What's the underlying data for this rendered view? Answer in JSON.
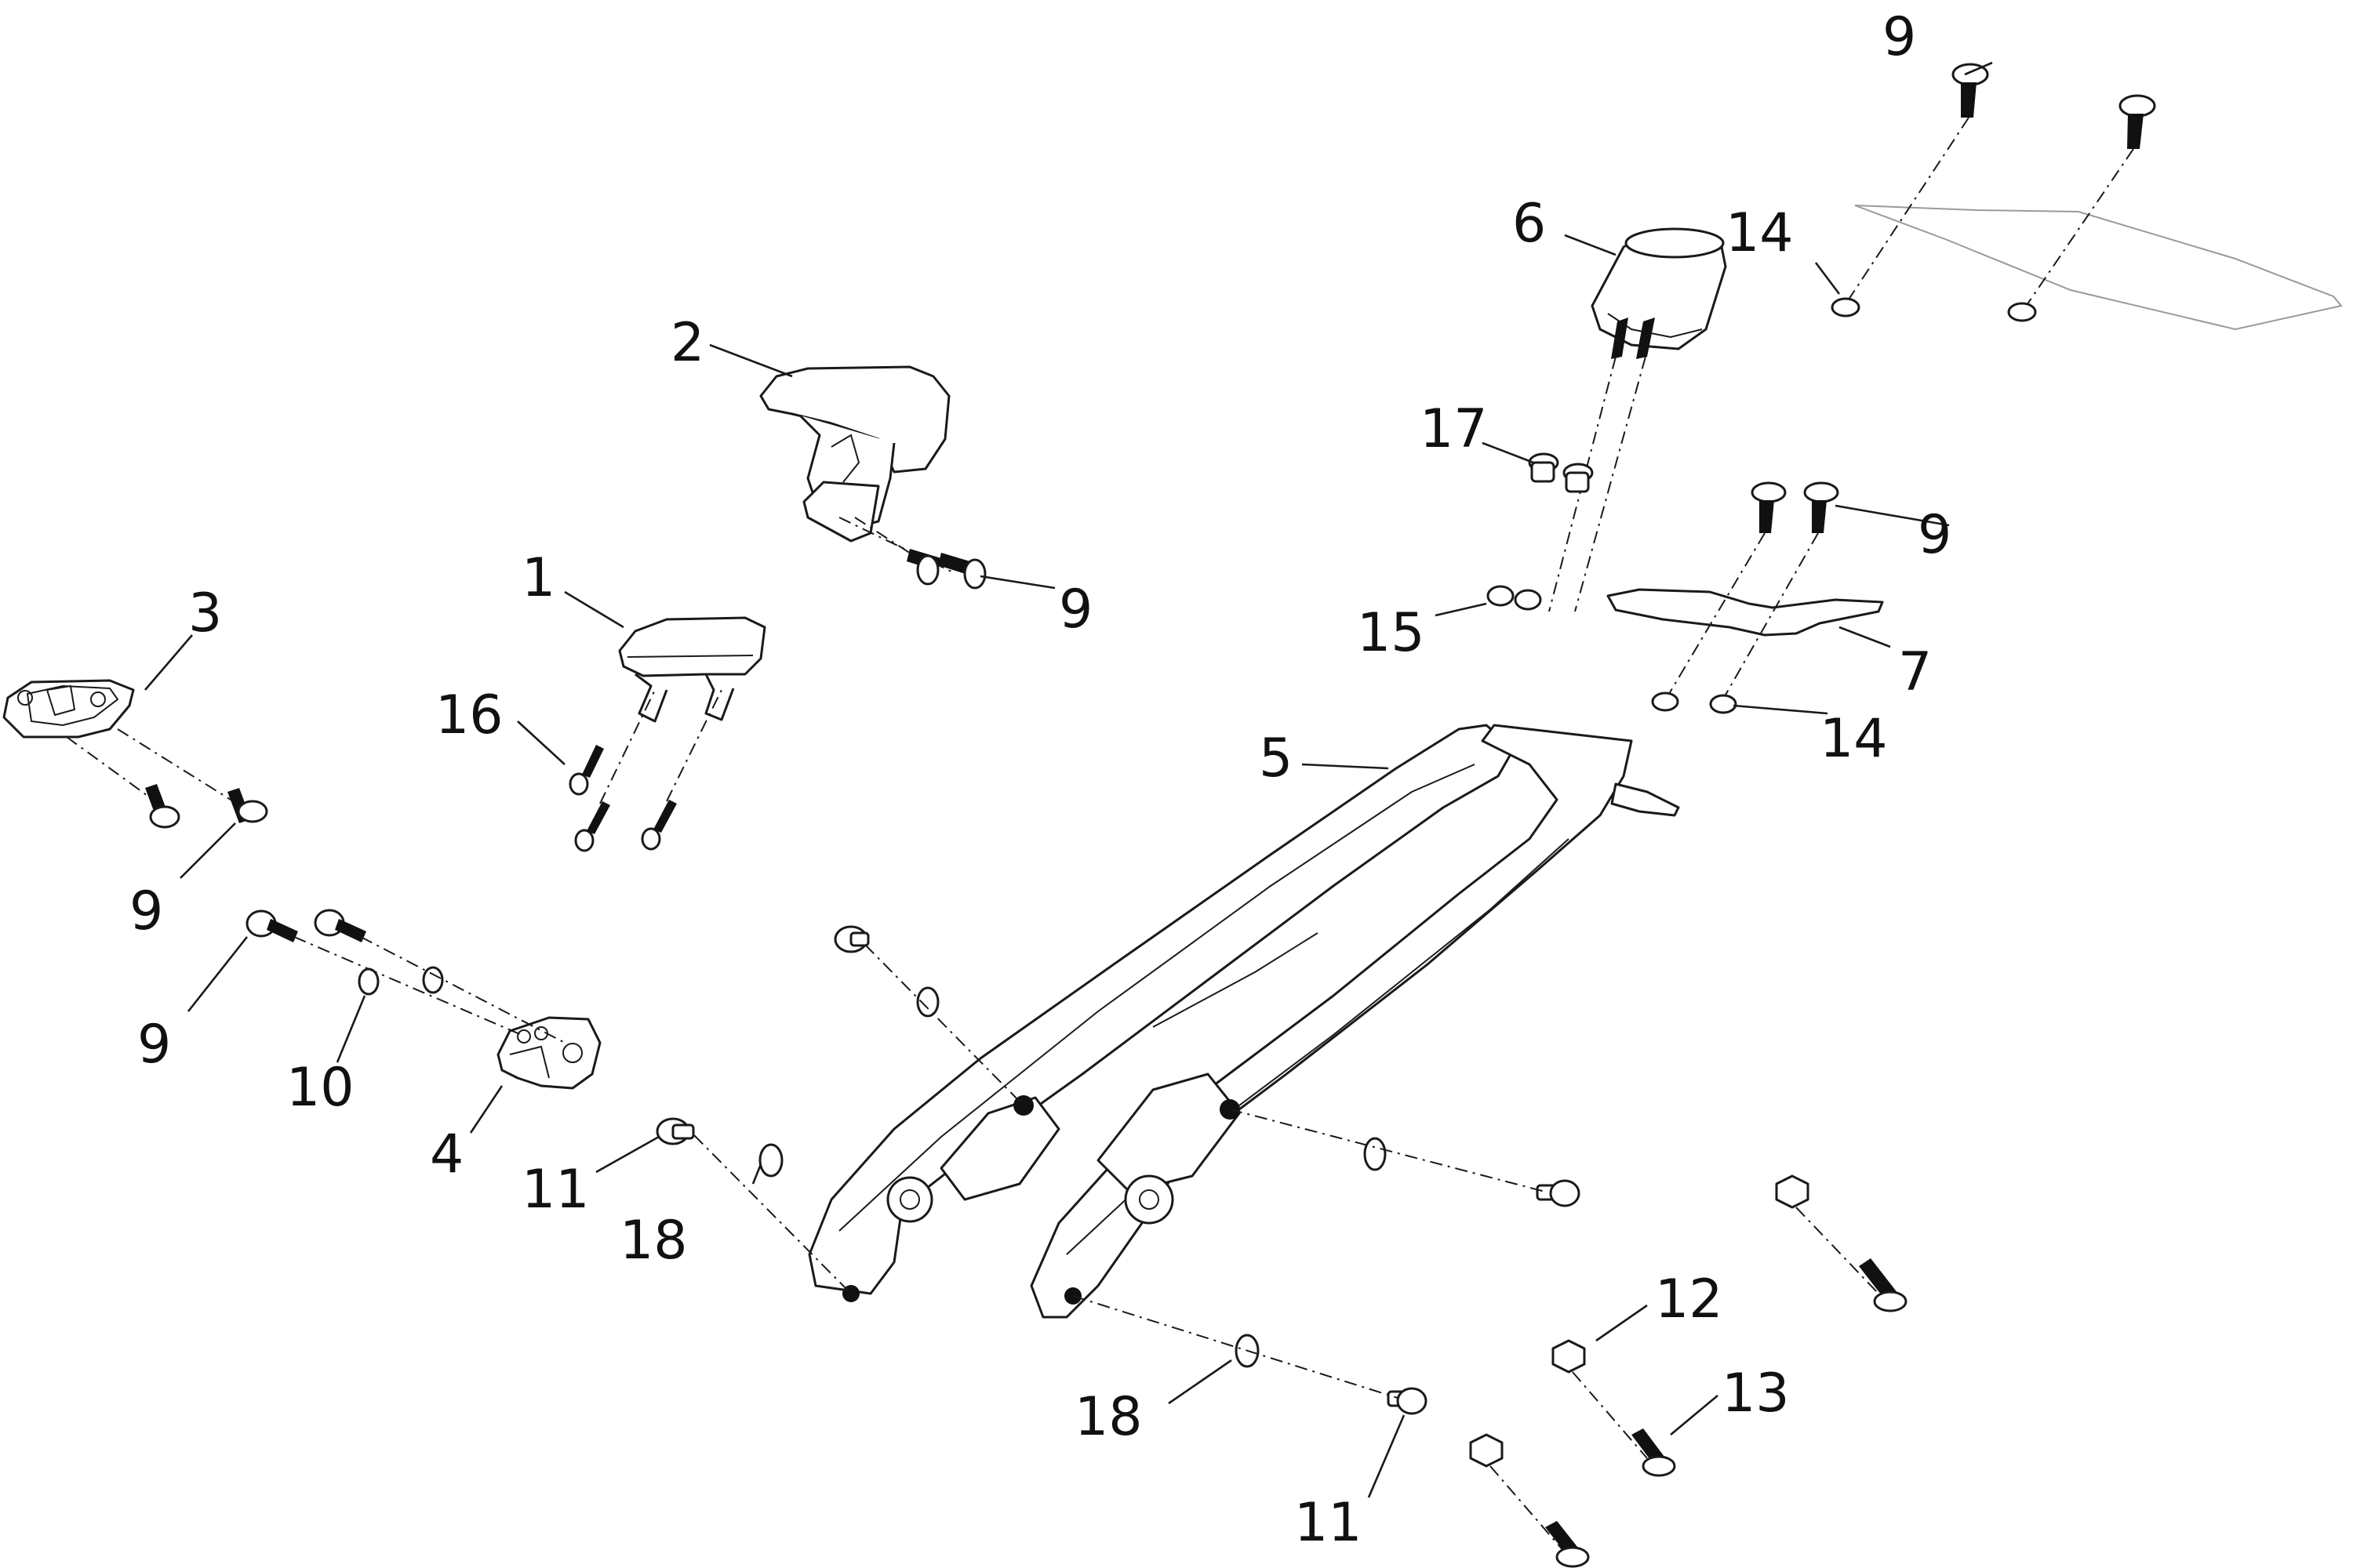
{
  "diagram": {
    "callouts": [
      {
        "id": "c1",
        "text": "1"
      },
      {
        "id": "c2",
        "text": "2"
      },
      {
        "id": "c3",
        "text": "3"
      },
      {
        "id": "c4",
        "text": "4"
      },
      {
        "id": "c5",
        "text": "5"
      },
      {
        "id": "c6",
        "text": "6"
      },
      {
        "id": "c7",
        "text": "7"
      },
      {
        "id": "c9a",
        "text": "9"
      },
      {
        "id": "c9b",
        "text": "9"
      },
      {
        "id": "c9c",
        "text": "9"
      },
      {
        "id": "c9d",
        "text": "9"
      },
      {
        "id": "c9e",
        "text": "9"
      },
      {
        "id": "c10",
        "text": "10"
      },
      {
        "id": "c11a",
        "text": "11"
      },
      {
        "id": "c11b",
        "text": "11"
      },
      {
        "id": "c12",
        "text": "12"
      },
      {
        "id": "c13",
        "text": "13"
      },
      {
        "id": "c14a",
        "text": "14"
      },
      {
        "id": "c14b",
        "text": "14"
      },
      {
        "id": "c15",
        "text": "15"
      },
      {
        "id": "c16",
        "text": "16"
      },
      {
        "id": "c17",
        "text": "17"
      },
      {
        "id": "c18a",
        "text": "18"
      },
      {
        "id": "c18b",
        "text": "18"
      }
    ]
  }
}
